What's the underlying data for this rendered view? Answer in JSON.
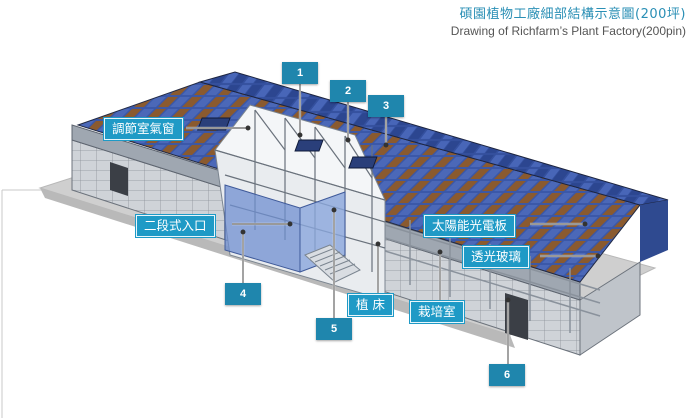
{
  "header": {
    "title_cn": "碩園植物工廠細部結構示意圖(200坪)",
    "title_en": "Drawing of Richfarm’s Plant Factory(200pin)"
  },
  "callouts": {
    "num1": "1",
    "num2": "2",
    "num3": "3",
    "num4": "4",
    "num5": "5",
    "num6": "6"
  },
  "labels": {
    "ventilation": "調節室氣窗",
    "entrance": "二段式入口",
    "solar_panel": "太陽能光電板",
    "glass": "透光玻璃",
    "plant_bed": "植 床",
    "cultivation_room": "栽培室"
  },
  "colors": {
    "accent": "#1f9ac6",
    "badge": "#1f86ad",
    "panel_blue": "#3a57a8",
    "panel_brown": "#8b5a2b"
  }
}
